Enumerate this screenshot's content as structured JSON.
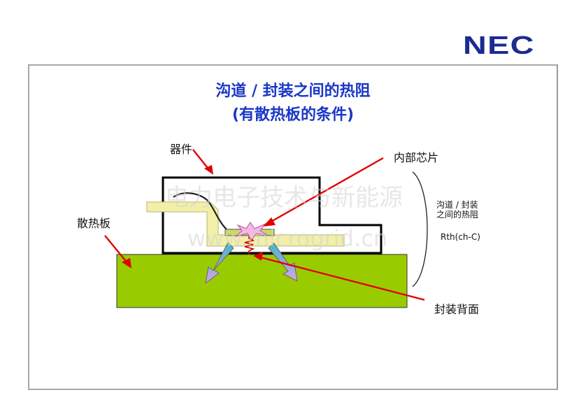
{
  "logo": "NEC",
  "title": {
    "line1": "沟道 / 封装之间的热阻",
    "line2": "(有散热板的条件)"
  },
  "labels": {
    "device": "器件",
    "heatsink": "散热板",
    "inner_chip": "内部芯片",
    "package_back": "封装背面",
    "bracket_line1": "沟道 / 封装",
    "bracket_line2": "之间的热阻",
    "rth": "Rth(ch-C)"
  },
  "watermark": {
    "line1": "电力电子技术与新能源",
    "line2": "www.microgrid.cn"
  },
  "colors": {
    "title": "#1a37c8",
    "logo": "#1c2b8f",
    "heatsink": "#99cc00",
    "leadframe": "#f2f0a8",
    "arrow": "#e00000"
  }
}
